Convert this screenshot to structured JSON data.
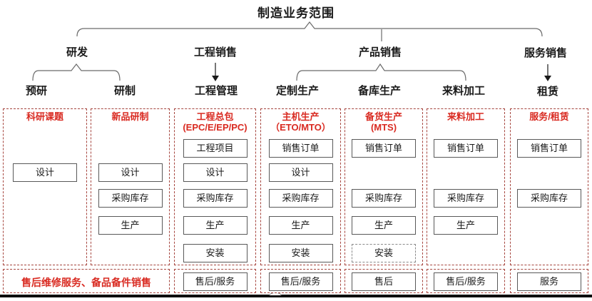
{
  "title": "制造业务范围",
  "colors": {
    "header_red": "#d92a21",
    "column_border_red": "#a6453e",
    "box_border_gray": "#595959",
    "connector_gray": "#6b6b6b"
  },
  "branches": {
    "level2": [
      "研发",
      "工程销售",
      "产品销售",
      "服务销售"
    ],
    "level3": [
      "预研",
      "研制",
      "工程管理",
      "定制生产",
      "备库生产",
      "来料加工",
      "租赁"
    ]
  },
  "columns": [
    {
      "header": "科研课题",
      "subheader": "",
      "cells": [
        {
          "label": "设计",
          "dashed": false
        }
      ]
    },
    {
      "header": "新品研制",
      "subheader": "",
      "cells": [
        {
          "label": "设计",
          "dashed": false
        },
        {
          "label": "采购库存",
          "dashed": false
        },
        {
          "label": "生产",
          "dashed": false
        }
      ]
    },
    {
      "header": "工程总包",
      "subheader": "(EPC/E/EP/PC)",
      "cells": [
        {
          "label": "工程项目",
          "dashed": false
        },
        {
          "label": "设计",
          "dashed": false
        },
        {
          "label": "采购库存",
          "dashed": false
        },
        {
          "label": "生产",
          "dashed": false
        },
        {
          "label": "安装",
          "dashed": false
        }
      ]
    },
    {
      "header": "主机生产",
      "subheader": "（ETO/MTO）",
      "cells": [
        {
          "label": "销售订单",
          "dashed": false
        },
        {
          "label": "设计",
          "dashed": false
        },
        {
          "label": "采购库存",
          "dashed": false
        },
        {
          "label": "生产",
          "dashed": false
        },
        {
          "label": "安装",
          "dashed": false
        }
      ]
    },
    {
      "header": "备货生产",
      "subheader": "(MTS)",
      "cells": [
        {
          "label": "销售订单",
          "dashed": false
        },
        {
          "label": "采购库存",
          "dashed": false
        },
        {
          "label": "生产",
          "dashed": false
        },
        {
          "label": "安装",
          "dashed": true
        }
      ]
    },
    {
      "header": "来料加工",
      "subheader": "",
      "cells": [
        {
          "label": "销售订单",
          "dashed": false
        },
        {
          "label": "采购库存",
          "dashed": false
        },
        {
          "label": "生产",
          "dashed": false
        }
      ]
    },
    {
      "header": "服务/租赁",
      "subheader": "",
      "cells": [
        {
          "label": "销售订单",
          "dashed": false
        },
        {
          "label": "采购库存",
          "dashed": false
        }
      ]
    }
  ],
  "bottom": {
    "left_label": "售后维修服务、备品备件销售",
    "cells": [
      {
        "label": "售后/服务"
      },
      {
        "label": "售后/服务"
      },
      {
        "label": "售后"
      },
      {
        "label": "售后/服务"
      },
      {
        "label": "服务"
      }
    ]
  }
}
